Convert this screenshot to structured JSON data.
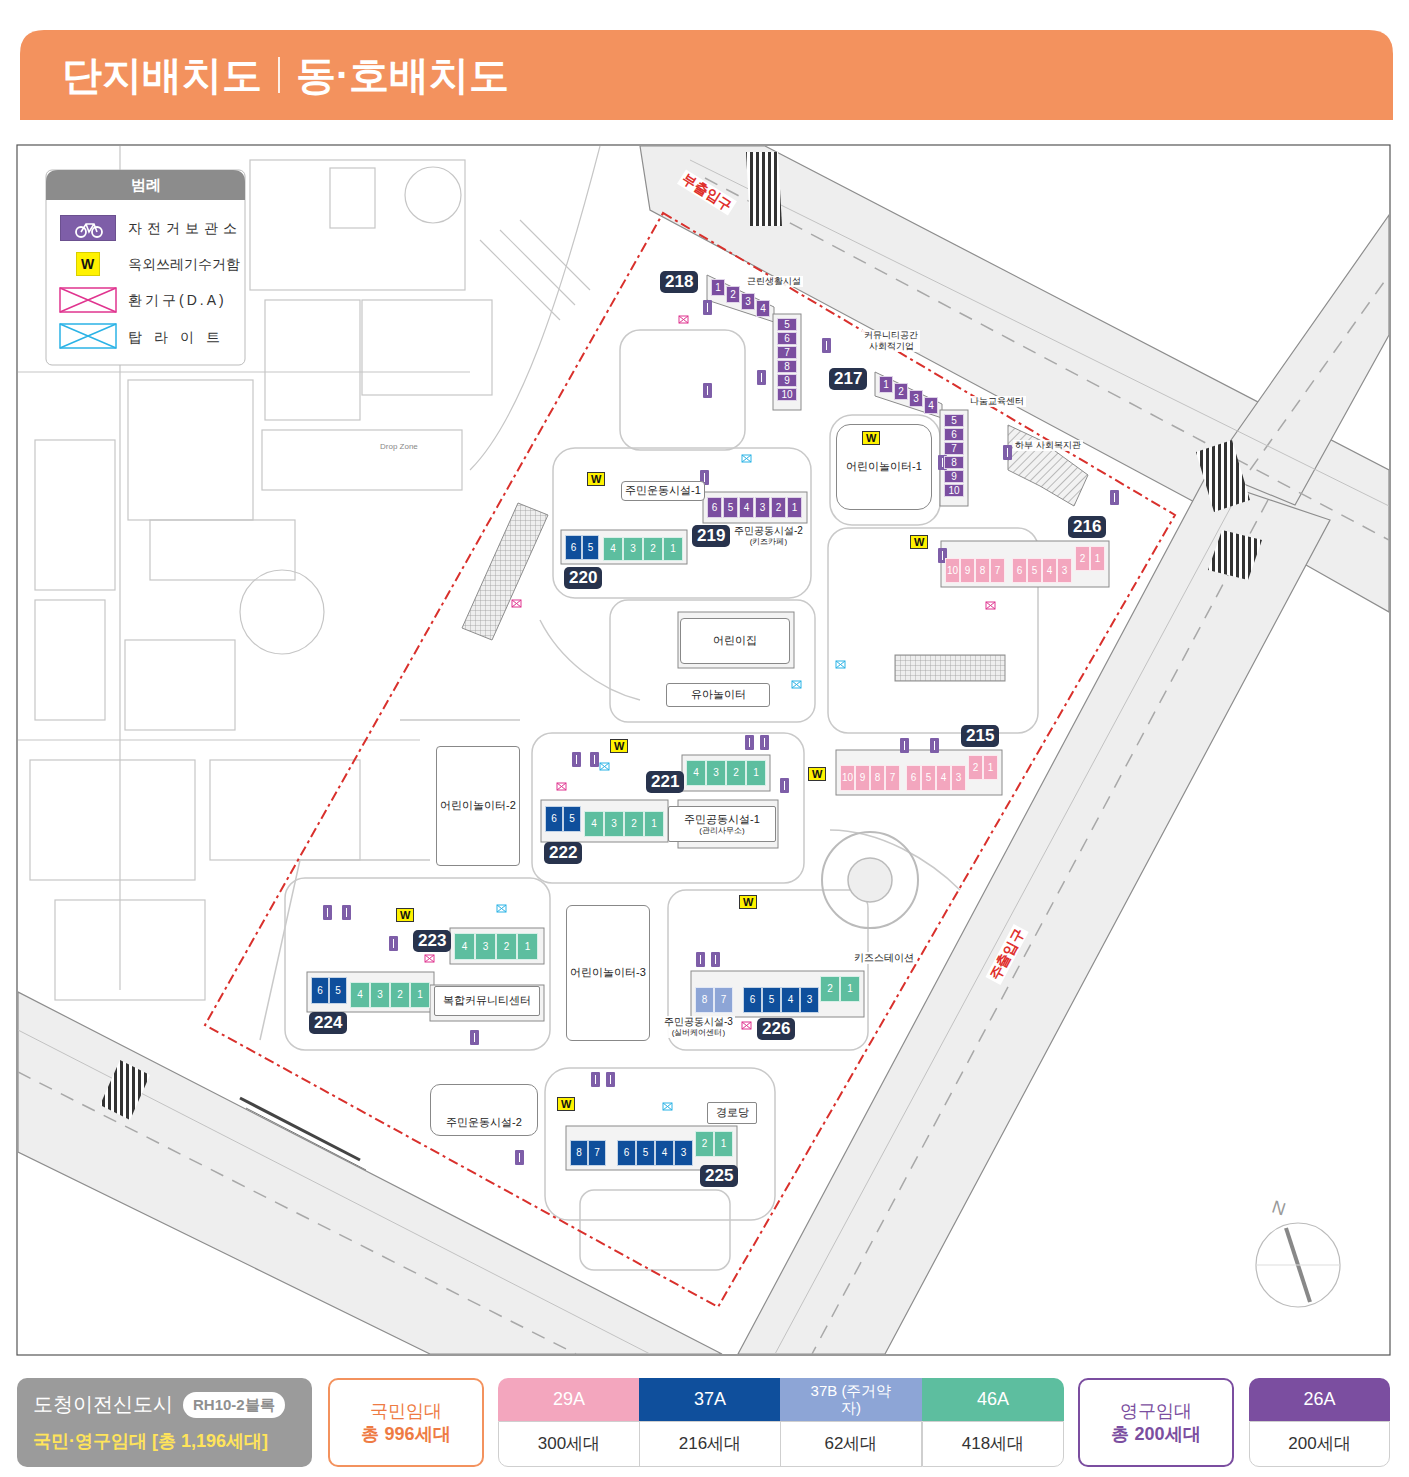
{
  "diagram": {
    "title": "단지배치도",
    "nodes": [
      {
        "text": [
          "218"
        ]
      },
      {
        "text": [
          "1"
        ]
      },
      {
        "text": [
          "2"
        ]
      },
      {
        "text": [
          "3"
        ]
      },
      {
        "text": [
          "4"
        ]
      },
      {
        "text": [
          "5"
        ]
      },
      {
        "text": [
          "6"
        ]
      },
      {
        "text": [
          "7"
        ]
      },
      {
        "text": [
          "8"
        ]
      },
      {
        "text": [
          "9"
        ]
      },
      {
        "text": [
          "10"
        ]
      },
      {
        "text": [
          "근린생활시설"
        ]
      },
      {
        "text": [
          "커뮤니티공간",
          "사회적기업"
        ]
      },
      {
        "text": [
          "217"
        ]
      },
      {
        "text": [
          "1"
        ]
      },
      {
        "text": [
          "2"
        ]
      },
      {
        "text": [
          "3"
        ]
      },
      {
        "text": [
          "4"
        ]
      },
      {
        "text": [
          "5"
        ]
      },
      {
        "text": [
          "6"
        ]
      },
      {
        "text": [
          "7"
        ]
      },
      {
        "text": [
          "8"
        ]
      },
      {
        "text": [
          "9"
        ]
      },
      {
        "text": [
          "10"
        ]
      },
      {
        "text": [
          "나눔교육센터"
        ]
      },
      {
        "text": [
          "하부 사회복지관"
        ]
      },
      {
        "text": [
          "주민운동시설-1"
        ]
      },
      {
        "text": [
          "어린이놀이터-1"
        ]
      },
      {
        "text": [
          "6"
        ]
      },
      {
        "text": [
          "5"
        ]
      },
      {
        "text": [
          "4"
        ]
      },
      {
        "text": [
          "3"
        ]
      },
      {
        "text": [
          "2"
        ]
      },
      {
        "text": [
          "1"
        ]
      },
      {
        "text": [
          "219"
        ]
      },
      {
        "text": [
          "주민공동시설-2",
          "(키즈카페)"
        ]
      },
      {
        "text": [
          "6"
        ]
      },
      {
        "text": [
          "5"
        ]
      },
      {
        "text": [
          "4"
        ]
      },
      {
        "text": [
          "3"
        ]
      },
      {
        "text": [
          "2"
        ]
      },
      {
        "text": [
          "1"
        ]
      },
      {
        "text": [
          "220"
        ]
      },
      {
        "text": [
          "216"
        ]
      },
      {
        "text": [
          "10"
        ]
      },
      {
        "text": [
          "9"
        ]
      },
      {
        "text": [
          "8"
        ]
      },
      {
        "text": [
          "7"
        ]
      },
      {
        "text": [
          "6"
        ]
      },
      {
        "text": [
          "5"
        ]
      },
      {
        "text": [
          "4"
        ]
      },
      {
        "text": [
          "3"
        ]
      },
      {
        "text": [
          "2"
        ]
      },
      {
        "text": [
          "1"
        ]
      },
      {
        "text": [
          "어린이집"
        ]
      },
      {
        "text": [
          "유아놀이터"
        ]
      },
      {
        "text": [
          "215"
        ]
      },
      {
        "text": [
          "10"
        ]
      },
      {
        "text": [
          "9"
        ]
      },
      {
        "text": [
          "8"
        ]
      },
      {
        "text": [
          "7"
        ]
      },
      {
        "text": [
          "6"
        ]
      },
      {
        "text": [
          "5"
        ]
      },
      {
        "text": [
          "4"
        ]
      },
      {
        "text": [
          "3"
        ]
      },
      {
        "text": [
          "2"
        ]
      },
      {
        "text": [
          "1"
        ]
      },
      {
        "text": [
          "4"
        ]
      },
      {
        "text": [
          "3"
        ]
      },
      {
        "text": [
          "2"
        ]
      },
      {
        "text": [
          "1"
        ]
      },
      {
        "text": [
          "221"
        ]
      },
      {
        "text": [
          "어린이놀이터-2"
        ]
      },
      {
        "text": [
          "6"
        ]
      },
      {
        "text": [
          "5"
        ]
      },
      {
        "text": [
          "4"
        ]
      },
      {
        "text": [
          "3"
        ]
      },
      {
        "text": [
          "2"
        ]
      },
      {
        "text": [
          "1"
        ]
      },
      {
        "text": [
          "주민공동시설-1",
          "(관리사무소)"
        ]
      },
      {
        "text": [
          "222"
        ]
      },
      {
        "text": [
          "어린이놀이터-3"
        ]
      },
      {
        "text": [
          "223"
        ]
      },
      {
        "text": [
          "4"
        ]
      },
      {
        "text": [
          "3"
        ]
      },
      {
        "text": [
          "2"
        ]
      },
      {
        "text": [
          "1"
        ]
      },
      {
        "text": [
          "키즈스테이션"
        ]
      },
      {
        "text": [
          "6"
        ]
      },
      {
        "text": [
          "5"
        ]
      },
      {
        "text": [
          "4"
        ]
      },
      {
        "text": [
          "3"
        ]
      },
      {
        "text": [
          "2"
        ]
      },
      {
        "text": [
          "1"
        ]
      },
      {
        "text": [
          "복합커뮤니티센터"
        ]
      },
      {
        "text": [
          "8"
        ]
      },
      {
        "text": [
          "7"
        ]
      },
      {
        "text": [
          "6"
        ]
      },
      {
        "text": [
          "5"
        ]
      },
      {
        "text": [
          "4"
        ]
      },
      {
        "text": [
          "3"
        ]
      },
      {
        "text": [
          "2"
        ]
      },
      {
        "text": [
          "1"
        ]
      },
      {
        "text": [
          "224"
        ]
      },
      {
        "text": [
          "주민공동시설-3",
          "(실버케어센터)"
        ]
      },
      {
        "text": [
          "226"
        ]
      },
      {
        "text": [
          "경로당"
        ]
      },
      {
        "text": [
          "주민운동시설-2"
        ]
      },
      {
        "text": [
          "8"
        ]
      },
      {
        "text": [
          "7"
        ]
      },
      {
        "text": [
          "6"
        ]
      },
      {
        "text": [
          "5"
        ]
      },
      {
        "text": [
          "4"
        ]
      },
      {
        "text": [
          "3"
        ]
      },
      {
        "text": [
          "2"
        ]
      },
      {
        "text": [
          "1"
        ]
      },
      {
        "text": [
          "225"
        ]
      },
      {
        "text": [
          "도청이전신도시",
          "국민·영구임대 [총 1,196세대]"
        ]
      },
      {
        "text": [
          "RH10-2블록"
        ],
        "in": 117
      },
      {
        "text": [
          "국민임대",
          "총 996세대"
        ]
      },
      {
        "text": [
          "29A"
        ]
      },
      {
        "text": [
          "300세대"
        ]
      },
      {
        "text": [
          "37A"
        ]
      },
      {
        "text": [
          "216세대"
        ]
      },
      {
        "text": [
          "37B (주거약자)"
        ]
      },
      {
        "text": [
          "62세대"
        ]
      },
      {
        "text": [
          "46A"
        ]
      },
      {
        "text": [
          "418세대"
        ]
      },
      {
        "text": [
          "영구임대",
          "총 200세대"
        ]
      },
      {
        "text": [
          "26A"
        ]
      },
      {
        "text": [
          "200세대"
        ]
      }
    ],
    "labels": [
      "동·호배치도",
      "범례",
      "부출입구",
      "주출입구",
      "Drop Zone",
      "N",
      "W",
      "W",
      "W",
      "W",
      "W",
      "W",
      "W",
      "W",
      "W"
    ],
    "legend": [
      {
        "text": "자전거보관소",
        "color": "#7e5ea8"
      },
      {
        "text": "옥외쓰레기수거함",
        "color": "#fff200"
      },
      {
        "text": "환기구(D.A)"
      },
      {
        "text": "탑라이트"
      }
    ]
  }
}
